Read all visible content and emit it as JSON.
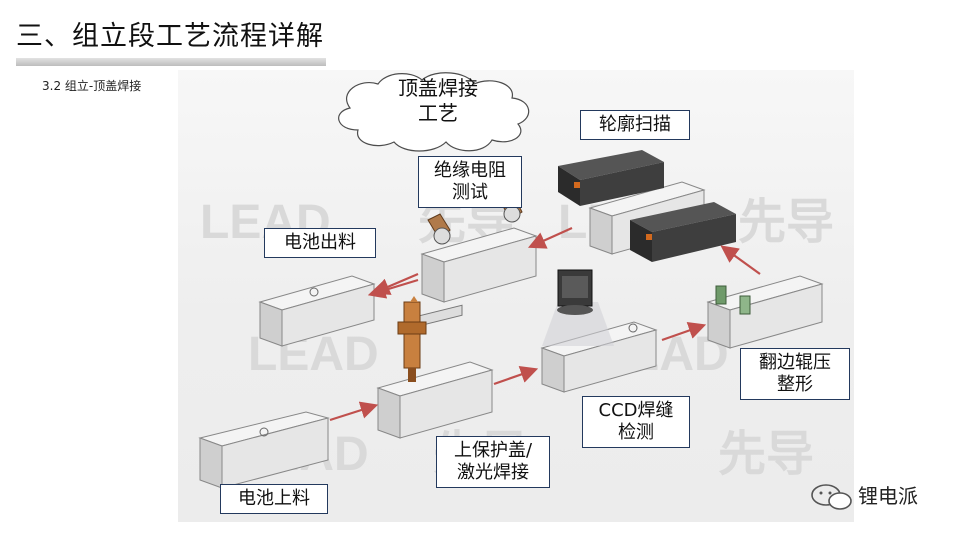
{
  "slide": {
    "title": "三、组立段工艺流程详解",
    "subtitle": "3.2 组立-顶盖焊接"
  },
  "diagram": {
    "cloud": {
      "line1": "顶盖焊接",
      "line2": "工艺"
    },
    "steps": {
      "load": "电池上料",
      "weld": [
        "上保护盖/",
        "激光焊接"
      ],
      "ccd": [
        "CCD焊缝",
        "检测"
      ],
      "press": [
        "翻边辊压",
        "整形"
      ],
      "scan": "轮廓扫描",
      "insulation": [
        "绝缘电阻",
        "测试"
      ],
      "unload": "电池出料"
    },
    "watermark_text": "先导"
  },
  "brand": {
    "name": "锂电派"
  },
  "colors": {
    "arrow": "#c0504d",
    "border": "#23395d"
  }
}
